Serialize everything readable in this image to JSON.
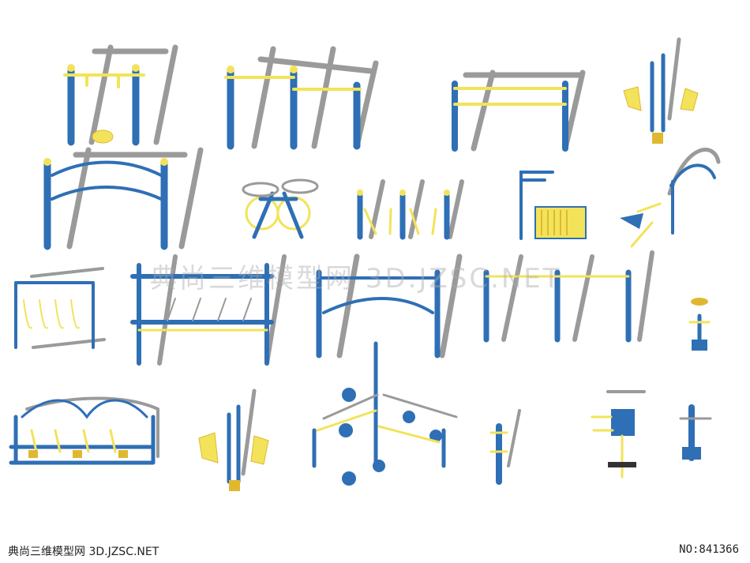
{
  "image": {
    "watermark_text": "典尚三维模型网 3D.JZSC.NET",
    "footer_site": "典尚三维模型网 3D.JZSC.NET",
    "footer_number": "NO:841366"
  },
  "colors": {
    "steel_blue": "#2f6fb5",
    "dark_blue": "#1f4f8a",
    "yellow": "#f2e35a",
    "gold": "#e0b830",
    "shadow_gray": "#9a9a9a",
    "light_gray": "#bdbdbd",
    "background": "#ffffff"
  }
}
